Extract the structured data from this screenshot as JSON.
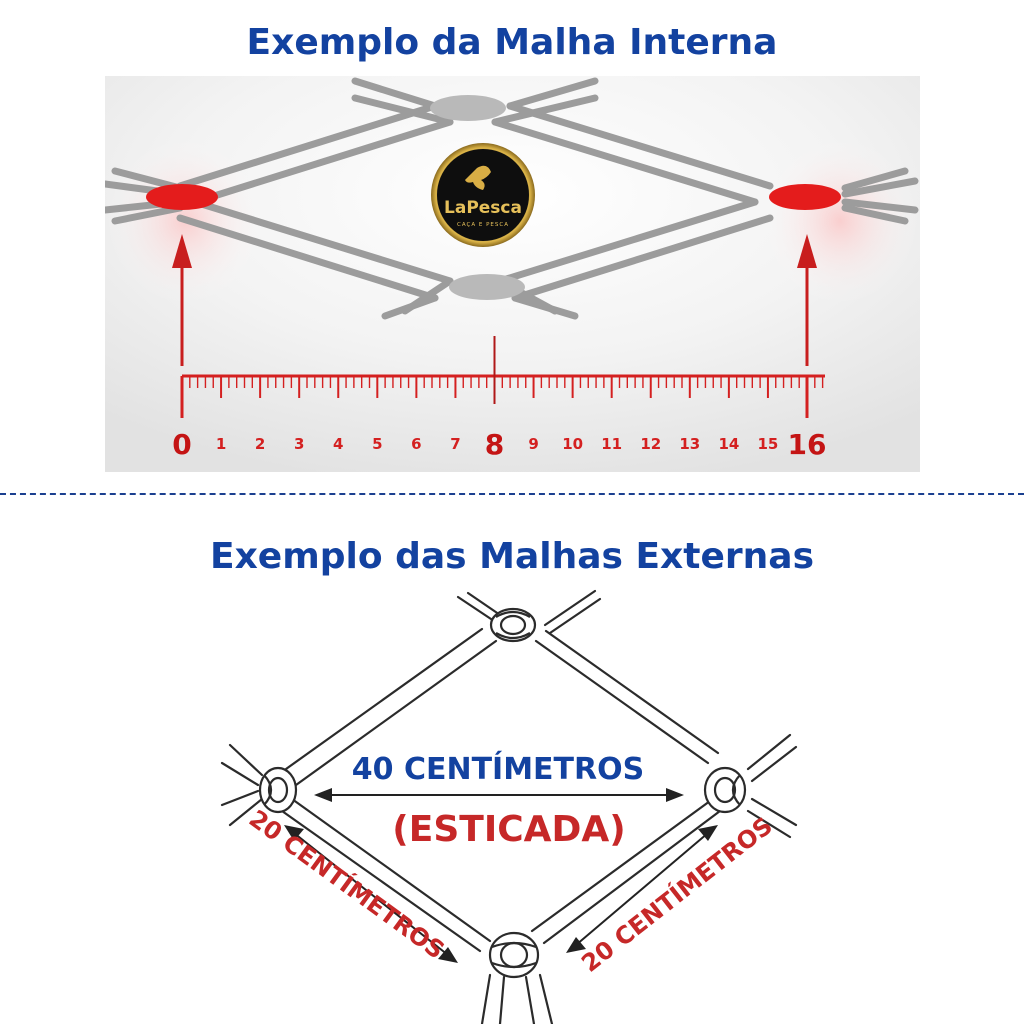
{
  "top_section": {
    "title": "Exemplo da Malha Interna",
    "logo": {
      "brand": "LaPesca",
      "tagline": "CAÇA E PESCA"
    },
    "ruler": {
      "labels": [
        "0",
        "1",
        "2",
        "3",
        "4",
        "5",
        "6",
        "7",
        "8",
        "9",
        "10",
        "11",
        "12",
        "13",
        "14",
        "15",
        "16"
      ],
      "min": 0,
      "max": 16,
      "emphasized_labels": [
        "0",
        "8",
        "16"
      ]
    },
    "colors": {
      "accent": "#d42020",
      "knot_gray": "#b9b9b9",
      "line_gray": "#9c9c9c"
    }
  },
  "bottom_section": {
    "title": "Exemplo das Malhas Externas",
    "width_label": "40 CENTÍMETROS",
    "stretched_label": "(ESTICADA)",
    "side_left_label": "20 CENTÍMETROS",
    "side_right_label": "20 CENTÍMETROS",
    "colors": {
      "blue_text": "#1342a0",
      "red_text": "#c62828",
      "rope": "#2b2b2b"
    }
  }
}
